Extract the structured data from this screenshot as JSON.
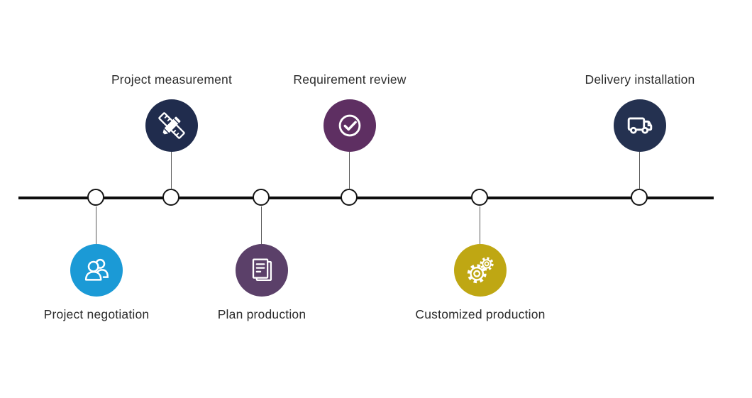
{
  "page": {
    "background": "#ffffff",
    "label_color": "#2c2c2c"
  },
  "timeline": {
    "line_color": "#0d0d0d",
    "nodes": [
      {
        "label": "Project negotiation",
        "position": "below",
        "color": "#1b9ad6",
        "icon": "people-icon"
      },
      {
        "label": "Project measurement",
        "position": "above",
        "color": "#202c4d",
        "icon": "ruler-pencil-icon"
      },
      {
        "label": "Plan production",
        "position": "below",
        "color": "#5b4069",
        "icon": "document-icon"
      },
      {
        "label": "Requirement review",
        "position": "above",
        "color": "#5e2f62",
        "icon": "check-circle-icon"
      },
      {
        "label": "Customized production",
        "position": "below",
        "color": "#bfa713",
        "icon": "gears-icon"
      },
      {
        "label": "Delivery installation",
        "position": "above",
        "color": "#243150",
        "icon": "truck-icon"
      }
    ]
  }
}
